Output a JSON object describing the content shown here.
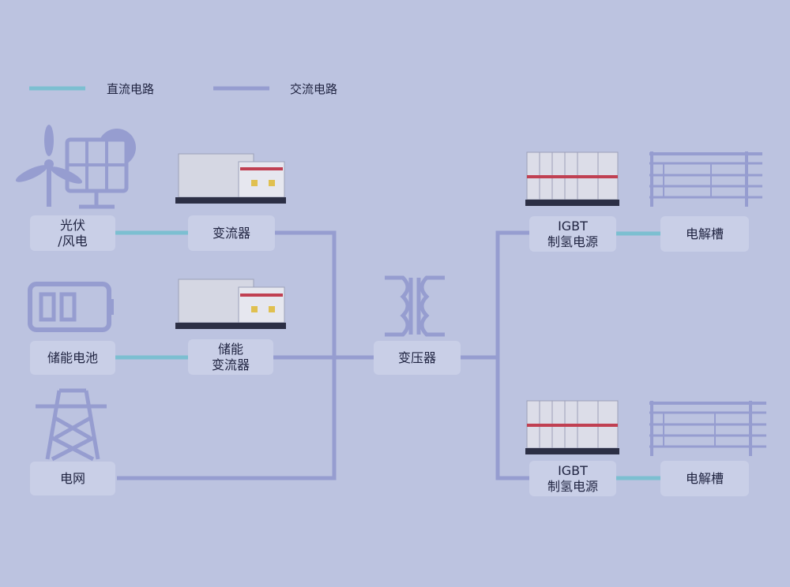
{
  "legend": {
    "dc_label": "直流电路",
    "ac_label": "交流电路",
    "dc_color": "#7cbfd1",
    "ac_color": "#969dd0"
  },
  "nodes": {
    "pv_wind": {
      "line1": "光伏",
      "line2": "/风电"
    },
    "converter": {
      "line1": "变流器"
    },
    "storage_battery": {
      "line1": "储能电池"
    },
    "storage_converter": {
      "line1": "储能",
      "line2": "变流器"
    },
    "grid": {
      "line1": "电网"
    },
    "transformer": {
      "line1": "变压器"
    },
    "igbt_top": {
      "line1": "IGBT",
      "line2": "制氢电源"
    },
    "igbt_bottom": {
      "line1": "IGBT",
      "line2": "制氢电源"
    },
    "electrolyzer_top": {
      "line1": "电解槽"
    },
    "electrolyzer_bottom": {
      "line1": "电解槽"
    }
  },
  "icons": [
    "wind-solar-icon",
    "battery-icon",
    "power-tower-icon",
    "transformer-coil-icon",
    "converter-cabinet-icon",
    "igbt-cabinet-icon",
    "electrolyzer-icon"
  ]
}
